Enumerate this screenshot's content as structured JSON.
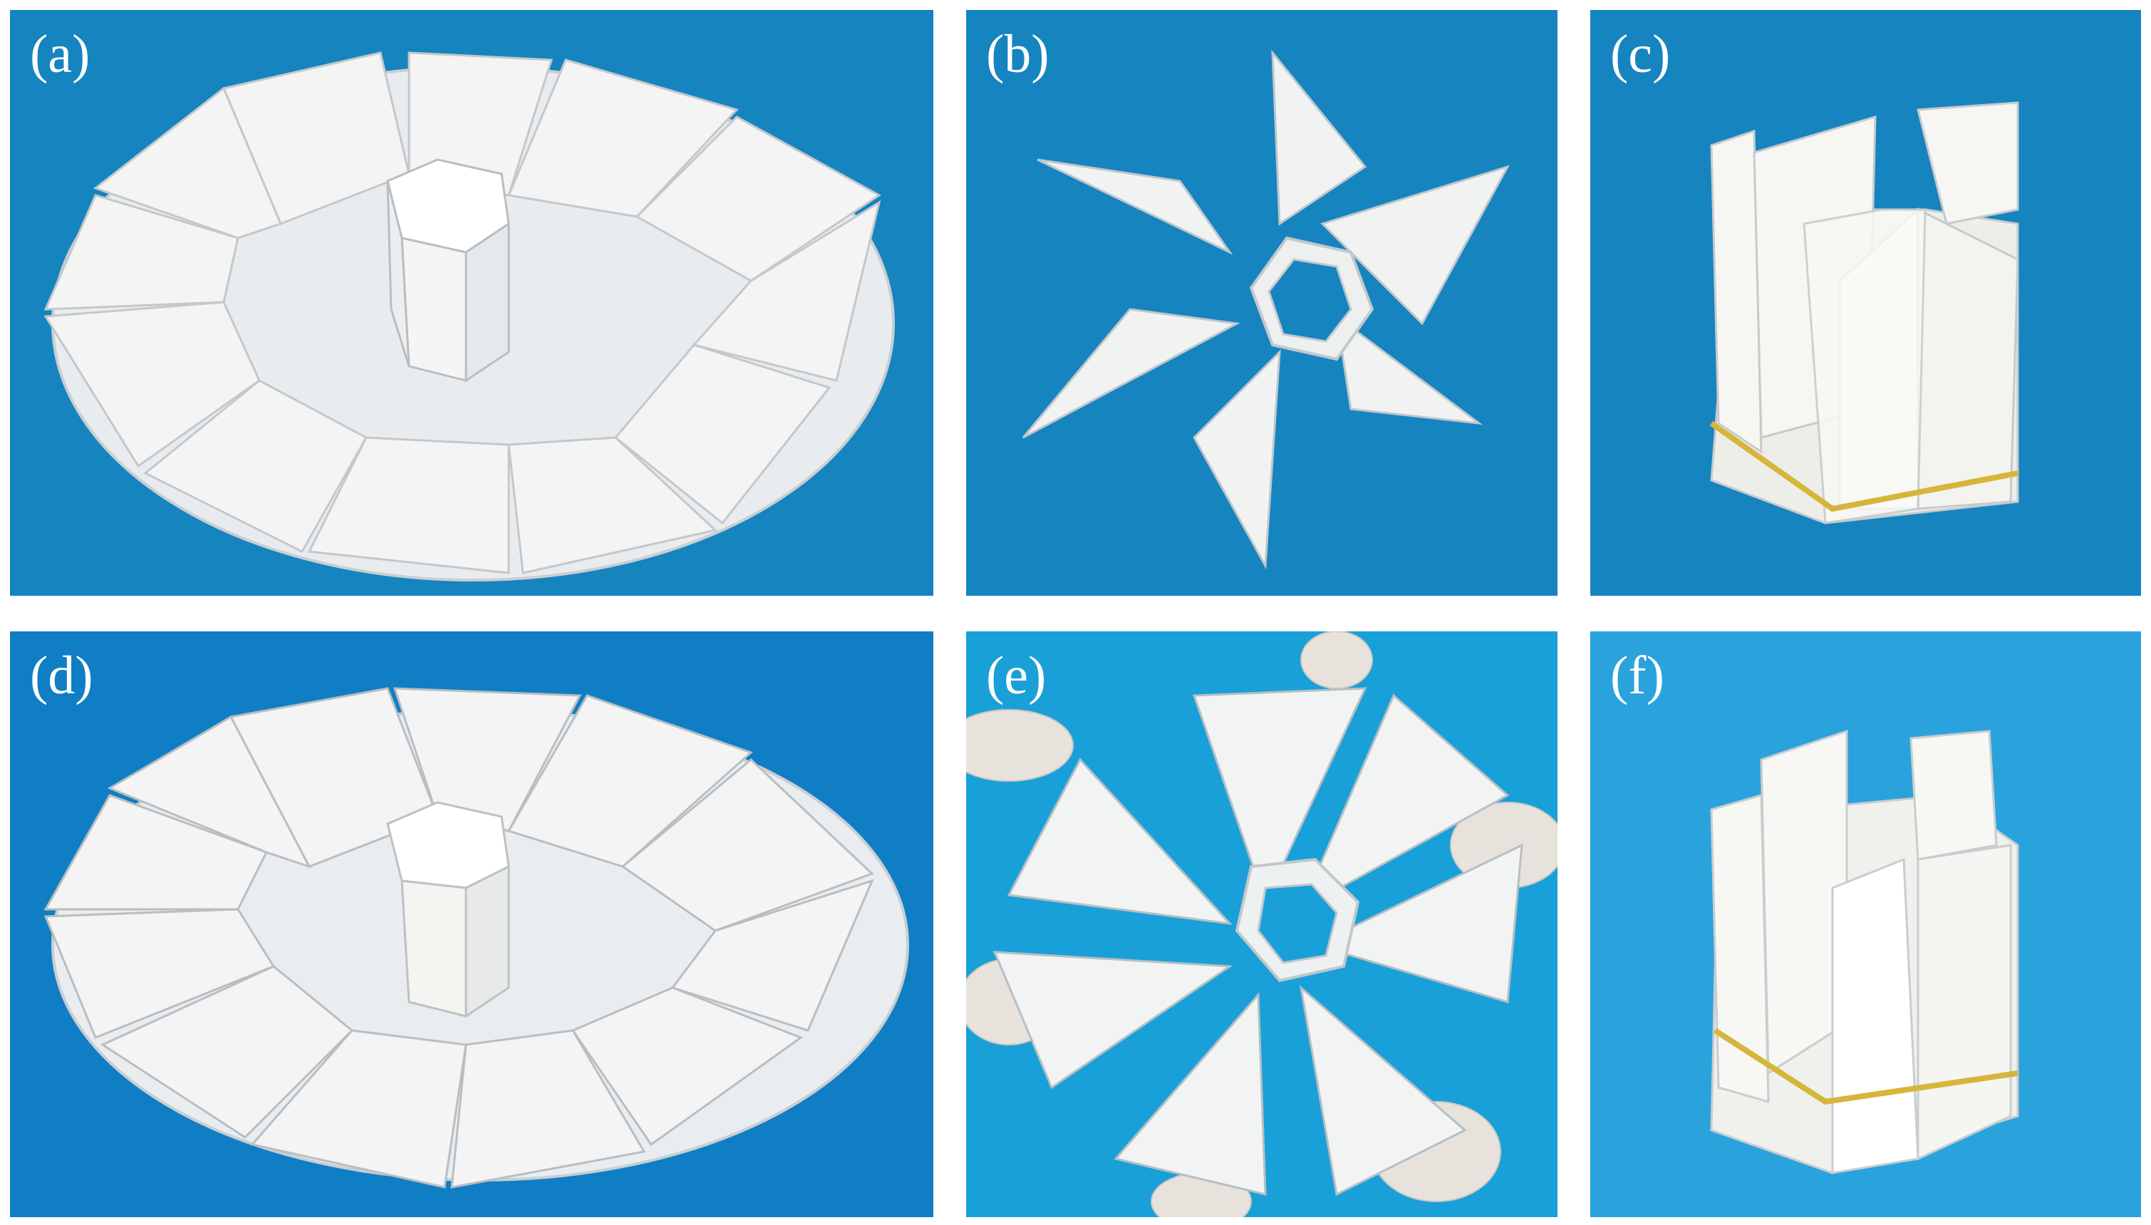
{
  "figure": {
    "panels": [
      {
        "id": "a",
        "label": "(a)",
        "background": "#1584bf"
      },
      {
        "id": "b",
        "label": "(b)",
        "background": "#1584bf"
      },
      {
        "id": "c",
        "label": "(c)",
        "background": "#1584bf"
      },
      {
        "id": "d",
        "label": "(d)",
        "background": "#0f7ec4"
      },
      {
        "id": "e",
        "label": "(e)",
        "background": "#19a0d8"
      },
      {
        "id": "f",
        "label": "(f)",
        "background": "#2aa3dd"
      }
    ]
  },
  "colors": {
    "paper": "#f2f3f1",
    "paper_shade": "#d9dde0",
    "tape_yellow": "#d6b63a",
    "glove": "#e7e2dc"
  }
}
